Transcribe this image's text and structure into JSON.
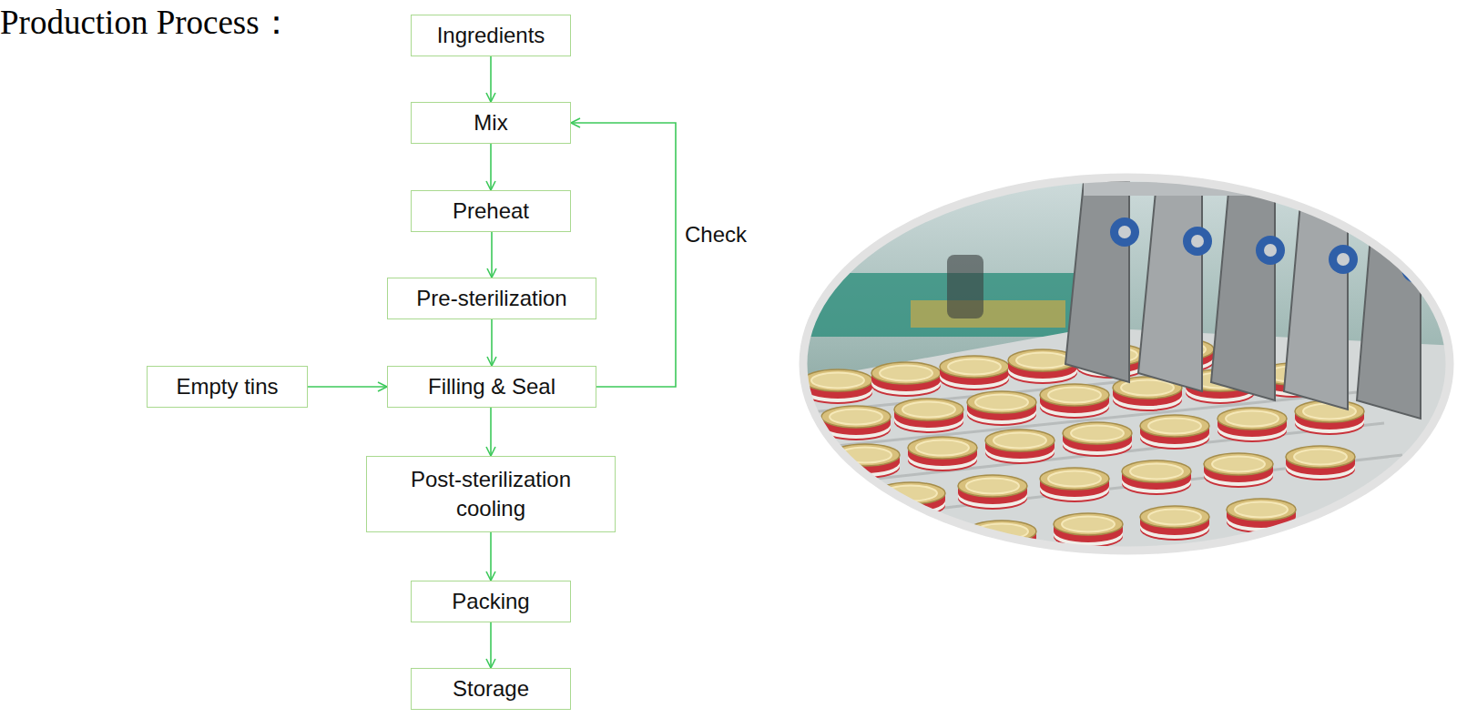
{
  "diagram": {
    "title": "Production Process：",
    "nodes": [
      {
        "text": [
          "Ingredients"
        ]
      },
      {
        "text": [
          "Mix"
        ]
      },
      {
        "text": [
          "Preheat"
        ]
      },
      {
        "text": [
          "Pre-sterilization"
        ]
      },
      {
        "text": [
          "Empty tins"
        ]
      },
      {
        "text": [
          "Filling & Seal"
        ]
      },
      {
        "text": [
          "Post-sterilization cooling"
        ]
      },
      {
        "text": [
          "Packing"
        ]
      },
      {
        "text": [
          "Storage"
        ]
      }
    ],
    "edges": [
      {
        "from": 0,
        "to": 1,
        "arrow": "to"
      },
      {
        "from": 1,
        "to": 2,
        "arrow": "to"
      },
      {
        "from": 2,
        "to": 3,
        "arrow": "to"
      },
      {
        "from": 3,
        "to": 5,
        "arrow": "to"
      },
      {
        "from": 4,
        "to": 5,
        "arrow": "to"
      },
      {
        "from": 5,
        "to": 1,
        "label": "Check",
        "arrow": "to"
      },
      {
        "from": 5,
        "to": 6,
        "arrow": "to"
      },
      {
        "from": 6,
        "to": 7,
        "arrow": "to"
      },
      {
        "from": 7,
        "to": 8,
        "arrow": "to"
      }
    ]
  }
}
